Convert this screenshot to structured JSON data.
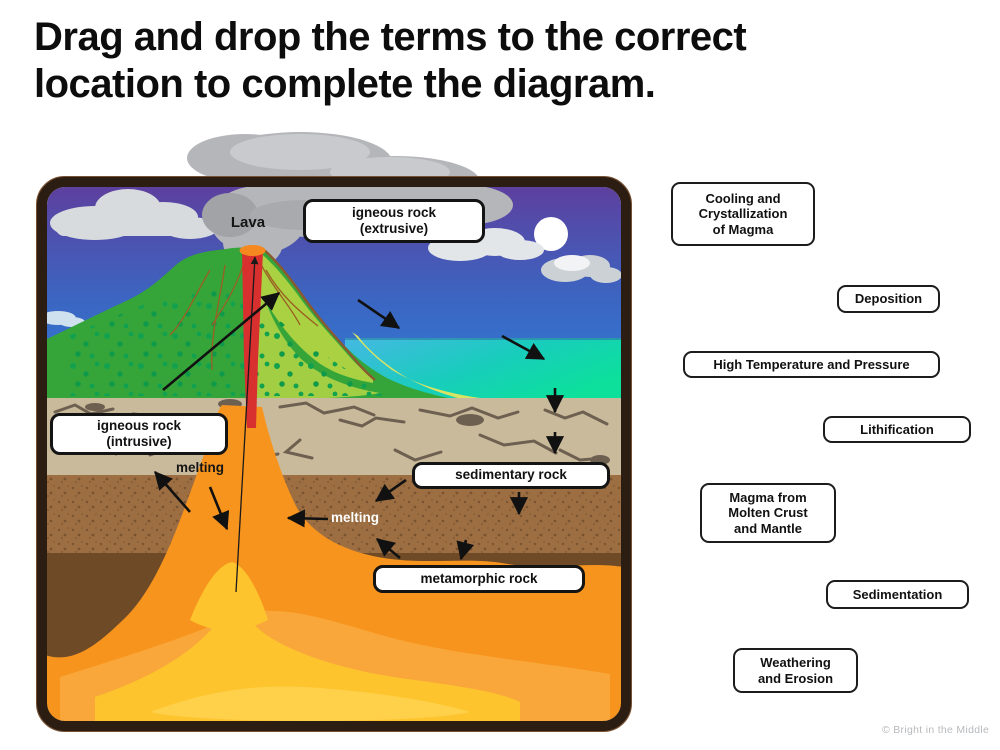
{
  "title": {
    "line1": "Drag and drop the terms to the correct",
    "line2": "location to complete the diagram."
  },
  "diagram": {
    "lava_label": "Lava",
    "melting_label_dark": "melting",
    "melting_label_light": "melting",
    "boxes": {
      "igneous_extrusive": {
        "line1": "igneous rock",
        "line2": "(extrusive)"
      },
      "igneous_intrusive": {
        "line1": "igneous rock",
        "line2": "(intrusive)"
      },
      "sedimentary": {
        "label": "sedimentary rock"
      },
      "metamorphic": {
        "label": "metamorphic rock"
      }
    }
  },
  "terms": {
    "cooling": {
      "line1": "Cooling and",
      "line2": "Crystallization",
      "line3": "of Magma"
    },
    "deposition": {
      "label": "Deposition"
    },
    "high_temp": {
      "label": "High Temperature and Pressure"
    },
    "lithification": {
      "label": "Lithification"
    },
    "magma": {
      "line1": "Magma from",
      "line2": "Molten Crust",
      "line3": "and Mantle"
    },
    "sedimentation": {
      "label": "Sedimentation"
    },
    "weathering": {
      "line1": "Weathering",
      "line2": "and Erosion"
    }
  },
  "footer": {
    "credit": "© Bright in the Middle"
  },
  "colors": {
    "frame_border": "#2b1d12",
    "sky_purple": "#5e3f9e",
    "sky_blue": "#2b82dd",
    "sea_green": "#0ce09b",
    "magma_orange": "#f7941d",
    "lava_red": "#d8302f",
    "mountain_green": "#35a53a"
  }
}
